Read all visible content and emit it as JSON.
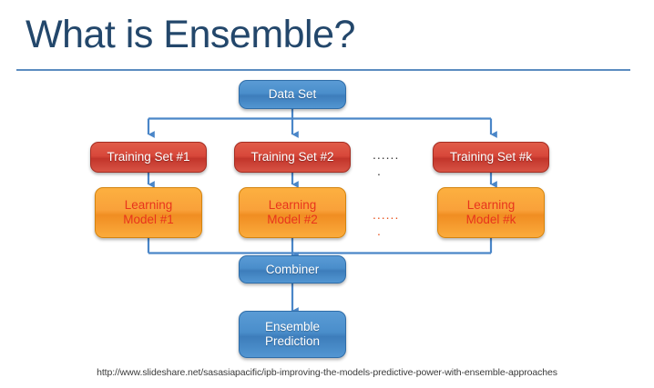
{
  "slide": {
    "title": "What is Ensemble?",
    "source_url": "http://www.slideshare.net/sasasiapacific/ipb-improving-the-models-predictive-power-with-ensemble-approaches",
    "background_color": "#ffffff",
    "title_color": "#23476b",
    "rule_color": "#5b8cc0"
  },
  "diagram": {
    "type": "flowchart",
    "connector_color": "#4a86c8",
    "nodes": {
      "data_set": {
        "label": "Data Set",
        "style": "blue"
      },
      "training_sets": [
        {
          "label": "Training Set #1",
          "style": "red"
        },
        {
          "label": "Training Set #2",
          "style": "red"
        },
        {
          "label": "Training Set #k",
          "style": "red"
        }
      ],
      "learning_models": [
        {
          "label": "Learning\nModel #1",
          "line1": "Learning",
          "line2": "Model #1",
          "style": "orange"
        },
        {
          "label": "Learning\nModel #2",
          "line1": "Learning",
          "line2": "Model #2",
          "style": "orange"
        },
        {
          "label": "Learning\nModel #k",
          "line1": "Learning",
          "line2": "Model #k",
          "style": "orange"
        }
      ],
      "combiner": {
        "label": "Combiner",
        "style": "blue"
      },
      "ensemble_prediction": {
        "line1": "Ensemble",
        "line2": "Prediction",
        "style": "blue"
      }
    },
    "ellipses": {
      "training_row": "......",
      "training_row_dot": ".",
      "model_row": "......",
      "model_row_dot": ".",
      "training_row_color": "#3a3a3a",
      "model_row_color": "#e8541f"
    },
    "colors": {
      "blue_fill": "#4a8ecb",
      "red_fill": "#d8483a",
      "orange_fill": "#f9a13a",
      "orange_text": "#e8341c",
      "node_text": "#ffffff"
    }
  }
}
